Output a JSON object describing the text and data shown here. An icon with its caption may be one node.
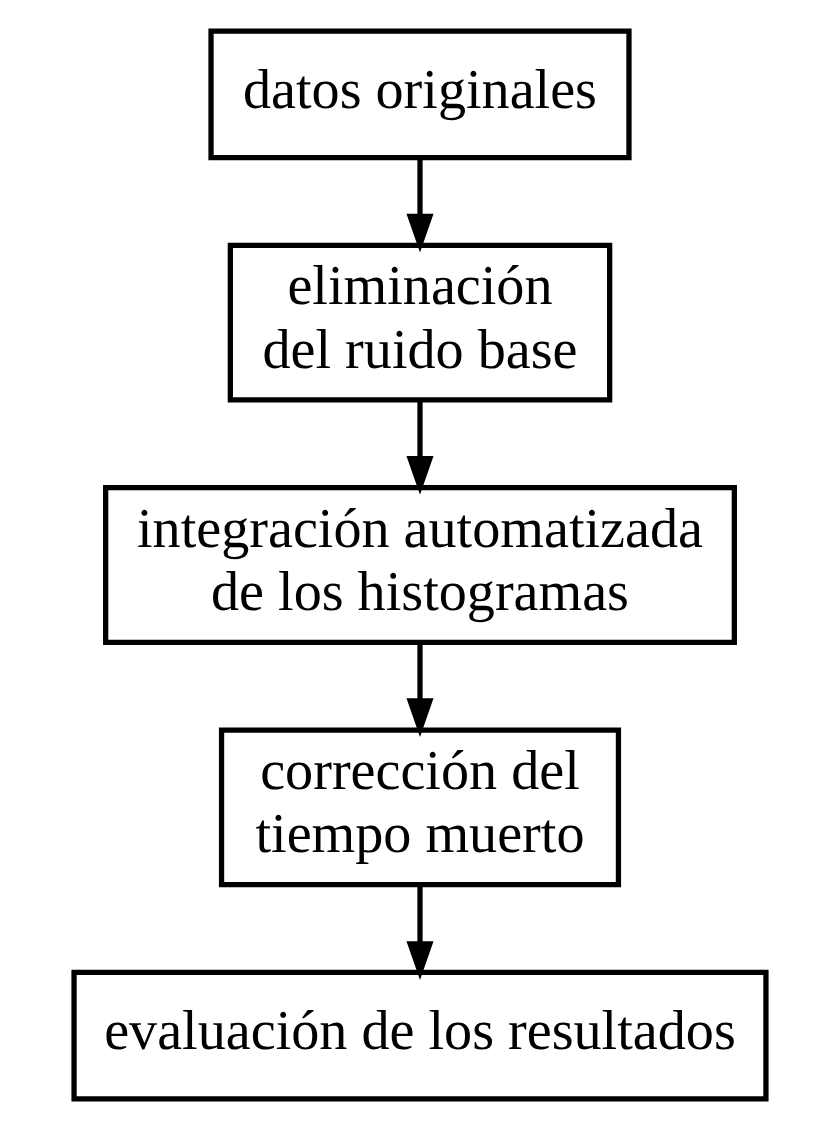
{
  "diagram": {
    "nodes": [
      {
        "text": [
          "datos originales"
        ]
      },
      {
        "text": [
          "eliminación del ruido base"
        ]
      },
      {
        "text": [
          "integración automatizada de los histogramas"
        ]
      },
      {
        "text": [
          "corrección del tiempo muerto"
        ]
      },
      {
        "text": [
          "evaluación de los resultados"
        ]
      }
    ],
    "edges": [
      {
        "from": 0,
        "to": 1,
        "arrow": "to"
      },
      {
        "from": 1,
        "to": 2,
        "arrow": "to"
      },
      {
        "from": 2,
        "to": 3,
        "arrow": "to"
      },
      {
        "from": 3,
        "to": 4,
        "arrow": "to"
      }
    ]
  }
}
